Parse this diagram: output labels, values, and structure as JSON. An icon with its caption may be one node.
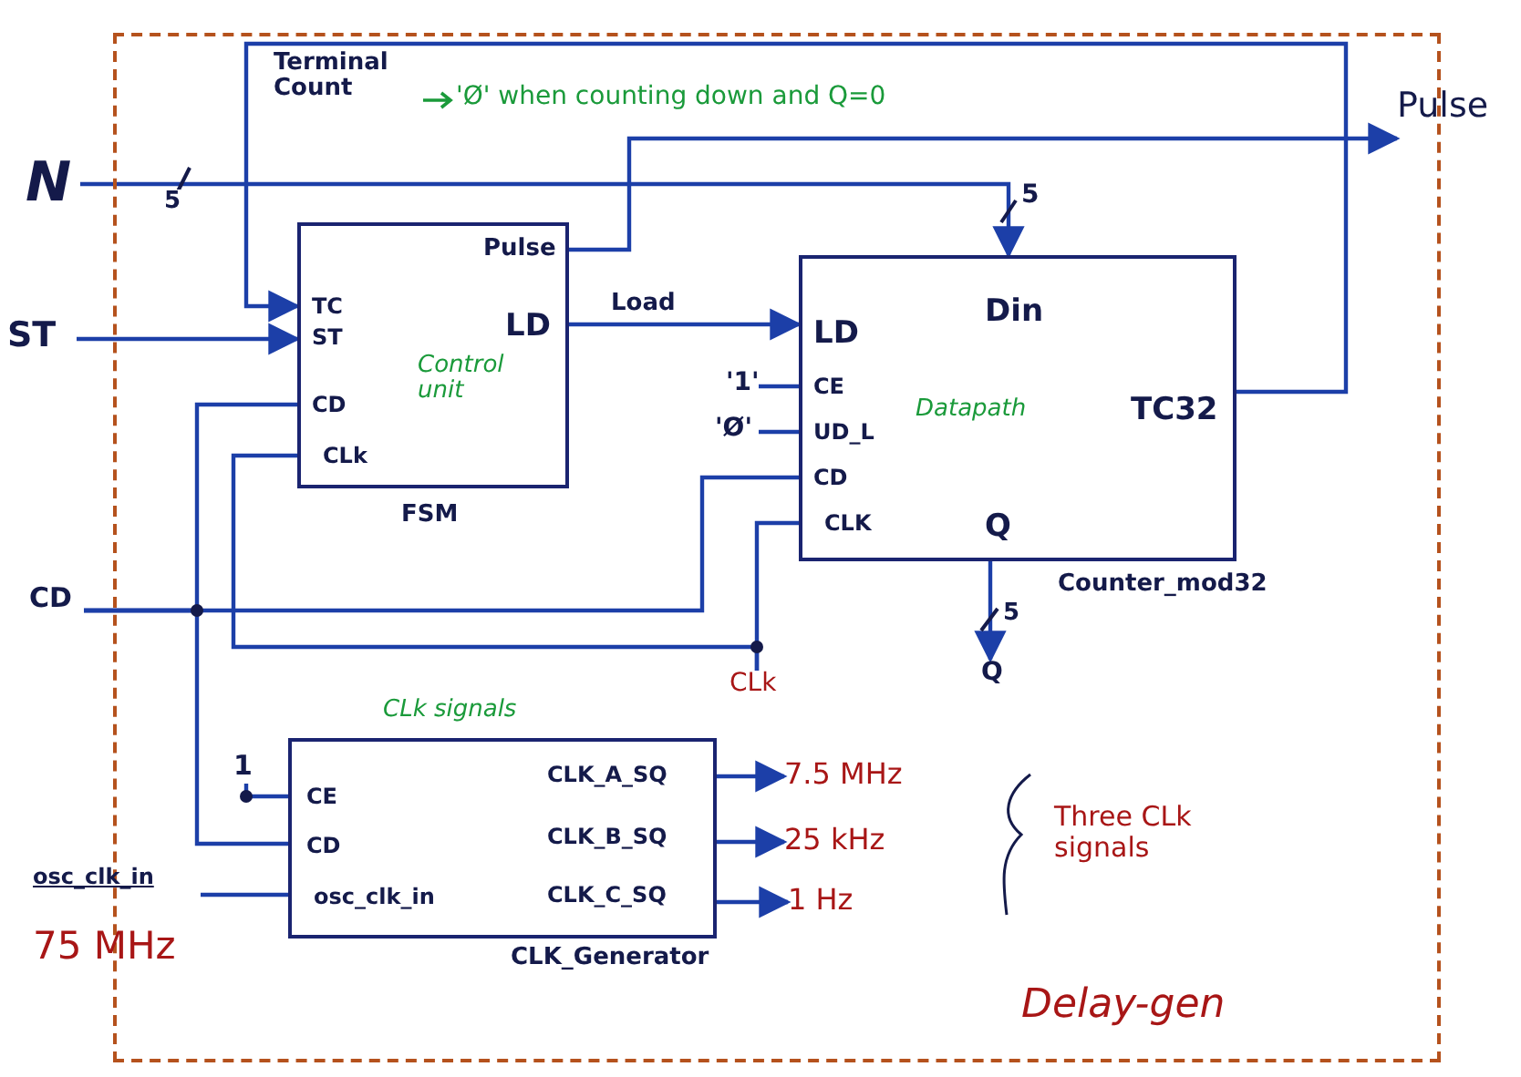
{
  "diagram": {
    "nodes": [
      {
        "text": [
          "Delay-gen"
        ]
      },
      {
        "text": [
          "Pulse",
          "TC",
          "ST",
          "LD",
          "Control unit",
          "CD",
          "CLk",
          "FSM"
        ],
        "in": 0
      },
      {
        "text": [
          "Din",
          "LD",
          "CE",
          "UD_L",
          "Datapath",
          "TC32",
          "CD",
          "CLK",
          "Q",
          "Counter_mod32"
        ],
        "in": 0
      },
      {
        "text": [
          "CLK_A_SQ",
          "CE",
          "CLK_B_SQ",
          "CD",
          "CLK_C_SQ",
          "osc_clk_in",
          "CLK_Generator"
        ],
        "beside": [
          "CLk signals"
        ],
        "in": 0
      },
      {
        "text": [
          "N"
        ]
      },
      {
        "text": [
          "ST"
        ]
      },
      {
        "text": [
          "CD"
        ]
      },
      {
        "text": [
          "osc_clk_in"
        ]
      },
      {
        "text": [
          "Pulse"
        ]
      },
      {
        "text": [
          "'1'"
        ],
        "in": 0
      },
      {
        "text": [
          "'Ø'"
        ],
        "in": 0
      },
      {
        "text": [
          "1"
        ],
        "in": 0
      },
      {
        "text": [
          "Q"
        ],
        "in": 0
      },
      {
        "text": [
          "CLk"
        ],
        "in": 0
      },
      {
        "text": [
          "7.5 MHz"
        ],
        "in": 0
      },
      {
        "text": [
          "25 kHz"
        ],
        "in": 0
      },
      {
        "text": [
          "1 Hz"
        ],
        "in": 0
      }
    ],
    "edges": [
      {
        "from": 4,
        "to": 2,
        "arrow": "to",
        "label": "5"
      },
      {
        "from": 2,
        "to": 1,
        "arrow": "to",
        "label": "Terminal Count"
      },
      {
        "from": 5,
        "to": 1,
        "arrow": "to"
      },
      {
        "from": 1,
        "to": 8,
        "arrow": "to"
      },
      {
        "from": 1,
        "to": 2,
        "arrow": "to",
        "label": "Load"
      },
      {
        "from": 6,
        "to": 1,
        "arrow": "none"
      },
      {
        "from": 6,
        "to": 2,
        "arrow": "none"
      },
      {
        "from": 6,
        "to": 3,
        "arrow": "none"
      },
      {
        "from": 13,
        "to": 1,
        "arrow": "none"
      },
      {
        "from": 13,
        "to": 2,
        "arrow": "none"
      },
      {
        "from": 9,
        "to": 2,
        "arrow": "none"
      },
      {
        "from": 10,
        "to": 2,
        "arrow": "none"
      },
      {
        "from": 11,
        "to": 3,
        "arrow": "none"
      },
      {
        "from": 7,
        "to": 3,
        "arrow": "none"
      },
      {
        "from": 2,
        "to": 12,
        "arrow": "to",
        "label": "5"
      },
      {
        "from": 3,
        "to": 14,
        "arrow": "to"
      },
      {
        "from": 3,
        "to": 15,
        "arrow": "to"
      },
      {
        "from": 3,
        "to": 16,
        "arrow": "to"
      }
    ],
    "labels": [
      "'Ø' when counting down and Q=0",
      "5",
      "Three CLk signals",
      "75 MHz"
    ]
  }
}
